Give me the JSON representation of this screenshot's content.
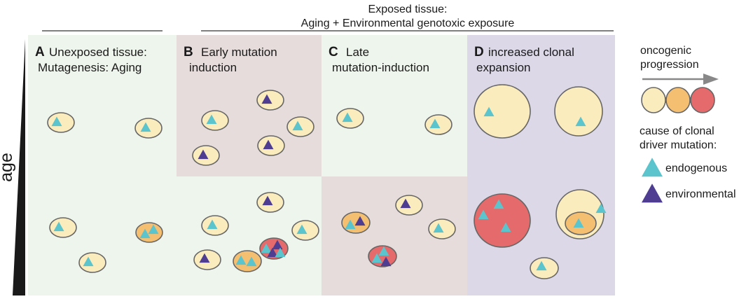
{
  "header": {
    "exposed_line1": "Exposed tissue:",
    "exposed_line2": "Aging + Environmental genotoxic exposure"
  },
  "y_axis": {
    "label": "age"
  },
  "panels": [
    {
      "letter": "A",
      "title_line1": "Unexposed tissue:",
      "title_line2": "Mutagenesis: Aging"
    },
    {
      "letter": "B",
      "title_line1": "Early mutation",
      "title_line2": "induction"
    },
    {
      "letter": "C",
      "title_line1": "Late",
      "title_line2": "mutation-induction"
    },
    {
      "letter": "D",
      "title_line1": "increased clonal",
      "title_line2": "expansion"
    }
  ],
  "legend": {
    "progression_line1": "oncogenic",
    "progression_line2": "progression",
    "cause_line1": "cause of clonal",
    "cause_line2": "driver mutation:",
    "endogenous": "endogenous",
    "environmental": "environmental"
  },
  "colors": {
    "unexposed_bg": "#eef5ec",
    "exposed_bg": "#e5dcdb",
    "expansion_bg": "#dcd8e8",
    "cell_normal": "#fbecbe",
    "cell_intermediate": "#f5bf72",
    "cell_malignant": "#e46a6b",
    "endogenous": "#5bc4cc",
    "environmental": "#4e3d91",
    "outline": "#666666"
  }
}
